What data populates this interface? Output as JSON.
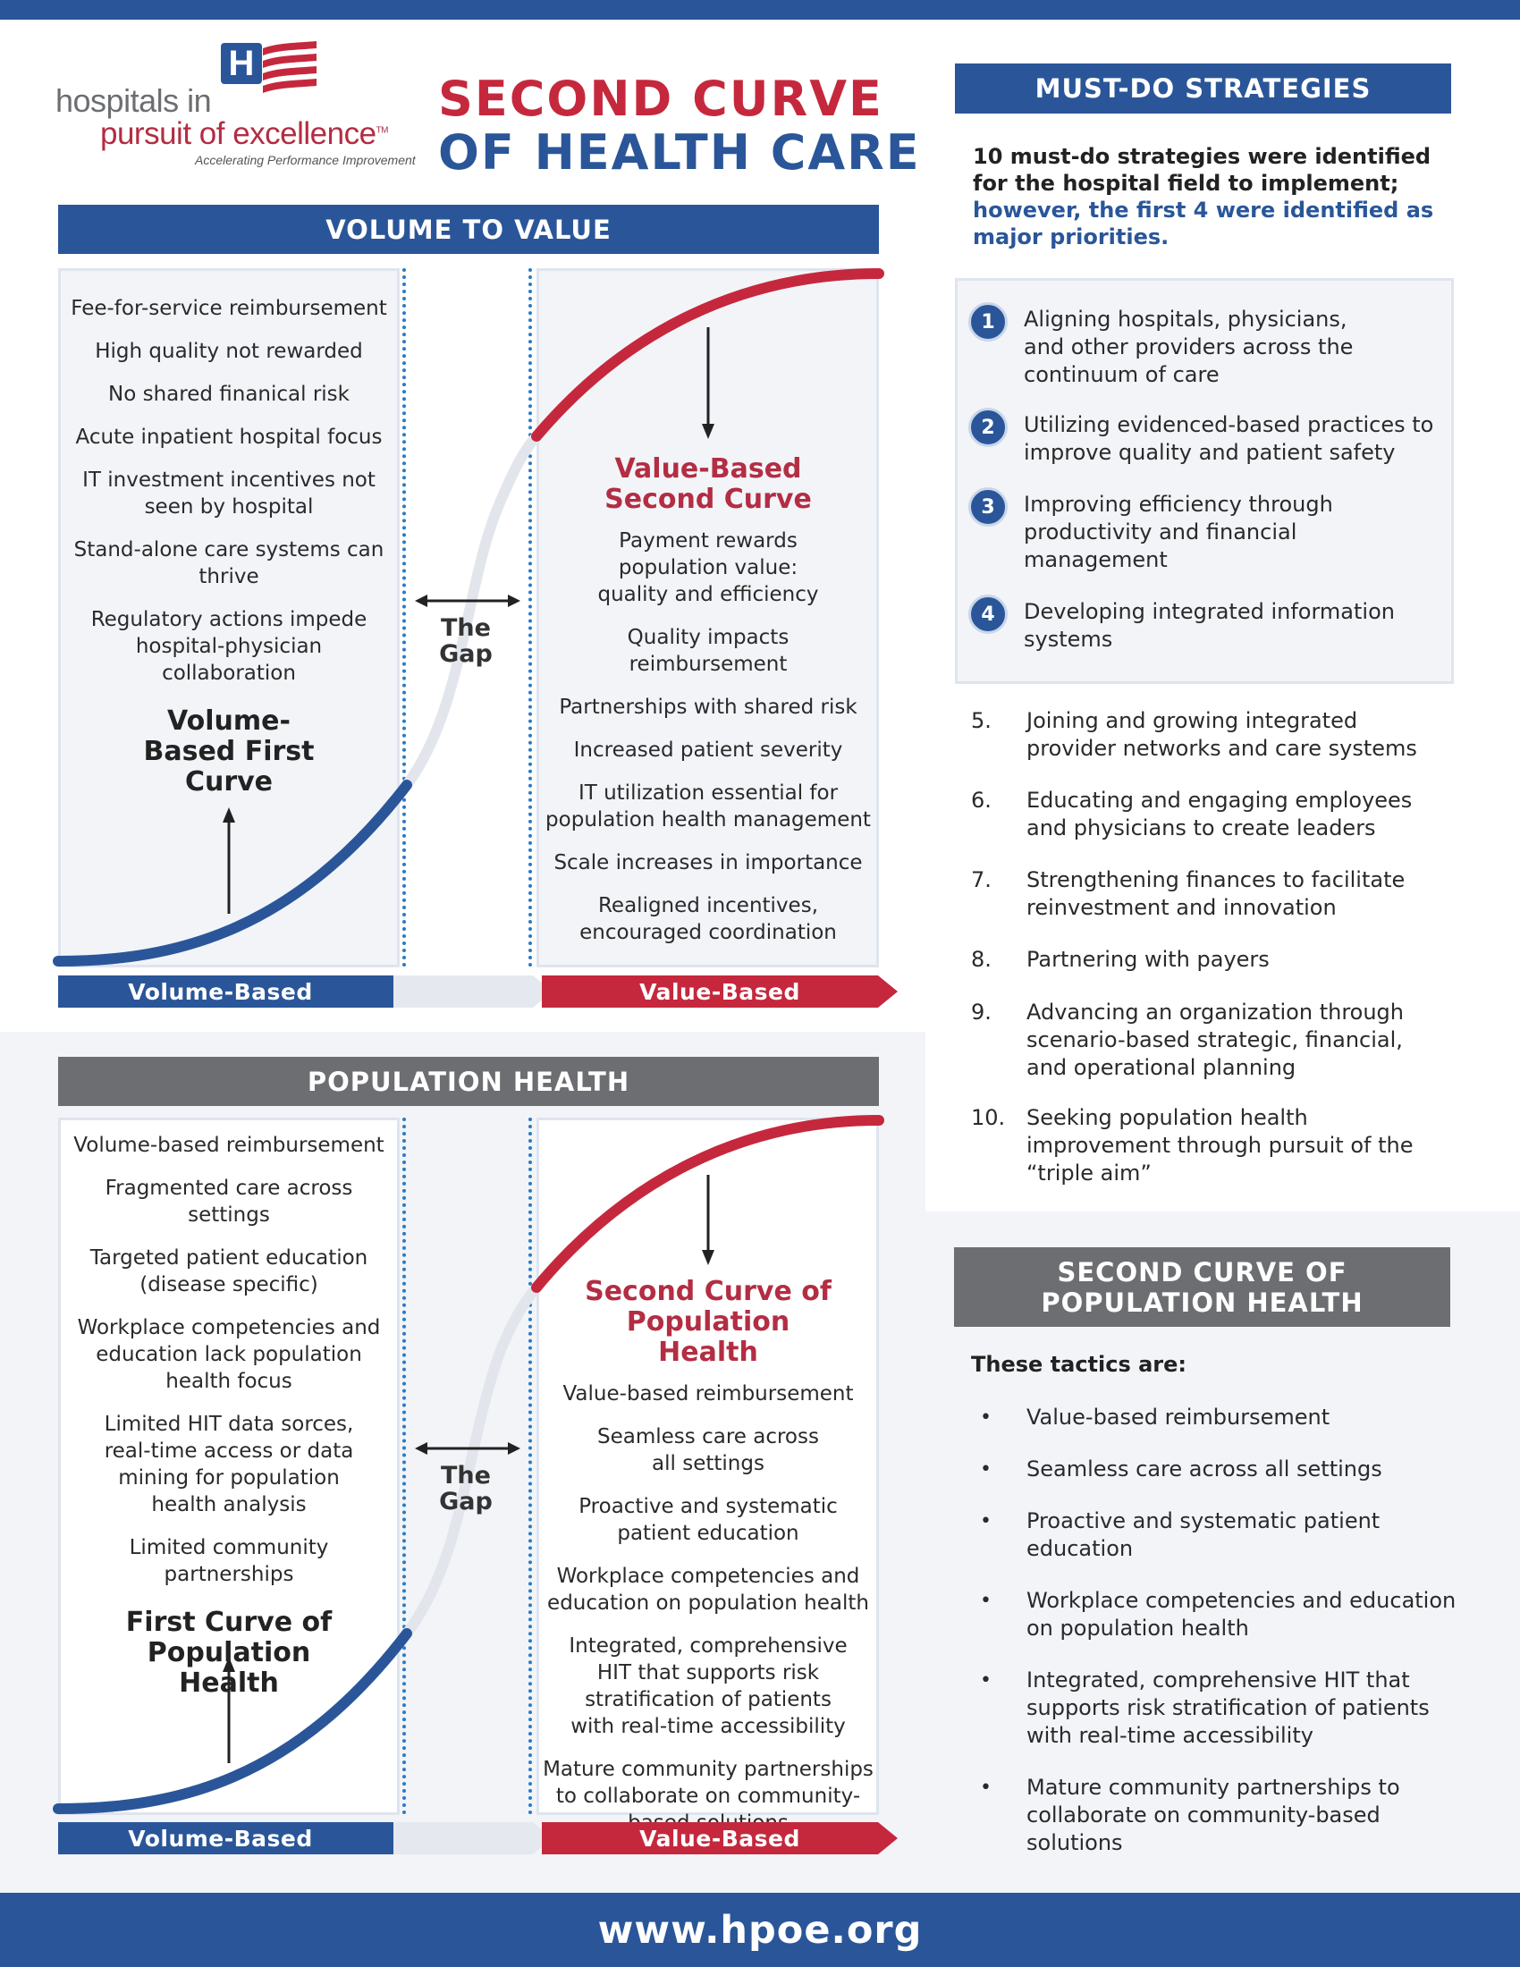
{
  "logo": {
    "letter": "H",
    "line1": "hospitals in",
    "line2": "pursuit of excellence",
    "tm": "TM",
    "tagline": "Accelerating Performance Improvement"
  },
  "title": {
    "line1": "SECOND CURVE",
    "line2": "OF HEALTH CARE"
  },
  "volume_to_value": {
    "header": "VOLUME TO VALUE",
    "left_items": [
      "Fee-for-service reimbursement",
      "High quality not rewarded",
      "No shared finanical risk",
      "Acute inpatient hospital focus",
      "IT investment incentives not seen by hospital",
      "Stand-alone care systems can thrive",
      "Regulatory actions impede hospital-physician collaboration"
    ],
    "left_heading": "Volume-Based First Curve",
    "gap_label": "The Gap",
    "right_heading": "Value-Based Second Curve",
    "right_items": [
      "Payment rewards population value: quality and efficiency",
      "Quality impacts reimbursement",
      "Partnerships with shared risk",
      "Increased patient severity",
      "IT utilization essential for population health management",
      "Scale increases in importance",
      "Realigned incentives, encouraged coordination"
    ],
    "bar_left": "Volume-Based",
    "bar_right": "Value-Based"
  },
  "population_health": {
    "header": "POPULATION HEALTH",
    "left_items": [
      "Volume-based reimbursement",
      "Fragmented care across settings",
      "Targeted patient education (disease specific)",
      "Workplace competencies and education lack population health focus",
      "Limited HIT data sorces, real-time access or data mining for population health analysis",
      "Limited community partnerships"
    ],
    "left_heading": "First Curve of Population Health",
    "gap_label": "The Gap",
    "right_heading": "Second Curve of Population Health",
    "right_items": [
      "Value-based reimbursement",
      "Seamless care across all settings",
      "Proactive and systematic patient education",
      "Workplace competencies and education on population health",
      "Integrated, comprehensive HIT that supports risk stratification of patients with real-time accessibility",
      "Mature community partnerships to collaborate on community-based solutions"
    ],
    "bar_left": "Volume-Based",
    "bar_right": "Value-Based"
  },
  "must_do": {
    "header": "MUST-DO STRATEGIES",
    "intro_black": "10 must-do strategies were identified for the hospital field to implement;",
    "intro_blue": "however, the first 4 were identified as major priorities.",
    "priorities": [
      {
        "num": "1",
        "text": "Aligning hospitals, physicians, and other providers across the continuum of care"
      },
      {
        "num": "2",
        "text": "Utilizing evidenced-based practices to improve quality and patient safety"
      },
      {
        "num": "3",
        "text": "Improving efficiency through productivity and financial management"
      },
      {
        "num": "4",
        "text": "Developing integrated information systems"
      }
    ],
    "others": [
      {
        "num": "5.",
        "text": "Joining and growing integrated provider networks and care systems"
      },
      {
        "num": "6.",
        "text": "Educating and engaging employees and physicians to create leaders"
      },
      {
        "num": "7.",
        "text": "Strengthening finances to facilitate reinvestment and innovation"
      },
      {
        "num": "8.",
        "text": "Partnering with payers"
      },
      {
        "num": "9.",
        "text": "Advancing an organization through scenario-based strategic, financial, and operational planning"
      },
      {
        "num": "10.",
        "text": "Seeking population health improvement through pursuit of the “triple aim”"
      }
    ]
  },
  "second_curve_pop": {
    "header_line1": "SECOND CURVE OF",
    "header_line2": "POPULATION HEALTH",
    "tactics_heading": "These tactics are:",
    "tactics": [
      "Value-based reimbursement",
      "Seamless care across all settings",
      "Proactive and systematic patient education",
      "Workplace competencies and education on population health",
      "Integrated, comprehensive HIT that supports risk stratification of patients with real-time accessibility",
      "Mature community partnerships to collaborate on community-based solutions"
    ]
  },
  "footer": {
    "url": "www.hpoe.org"
  },
  "colors": {
    "blue": "#2a5699",
    "red": "#c5283d",
    "gray": "#6d6e71",
    "dots": "#2a7bc4"
  }
}
